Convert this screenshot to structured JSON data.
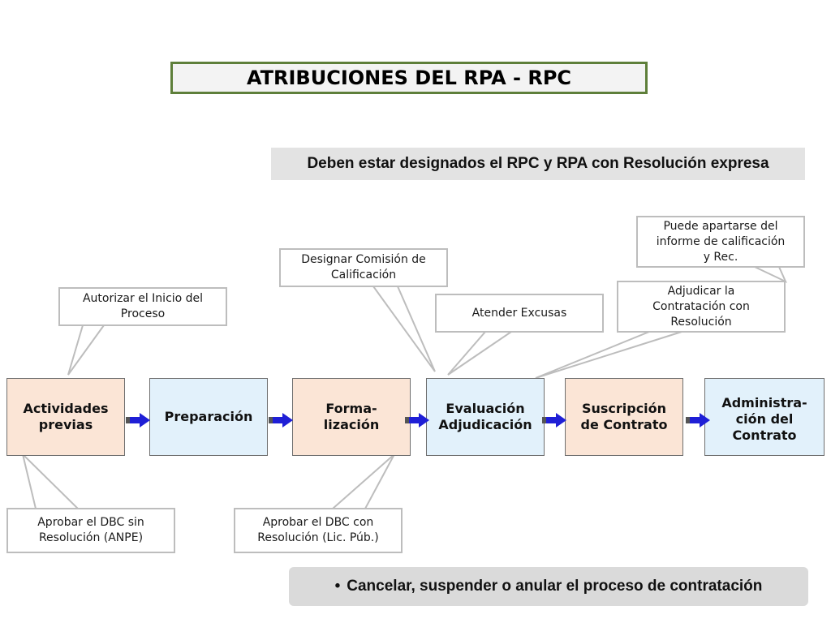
{
  "title": "ATRIBUCIONES DEL RPA - RPC",
  "banner": "Deben estar designados el RPC y RPA con Resolución expresa",
  "stages": [
    {
      "label": "Actividades\nprevias",
      "color": "#fbe5d6"
    },
    {
      "label": "Preparación",
      "color": "#e2f1fb"
    },
    {
      "label": "Forma-\nlización",
      "color": "#fbe5d6"
    },
    {
      "label": "Evaluación\nAdjudicación",
      "color": "#e2f1fb"
    },
    {
      "label": "Suscripción\nde Contrato",
      "color": "#fbe5d6"
    },
    {
      "label": "Administra-\nción del\nContrato",
      "color": "#e2f1fb"
    }
  ],
  "callouts": {
    "autorizar": "Autorizar el Inicio del\nProceso",
    "designar": "Designar Comisión de\nCalificación",
    "excusas": "Atender Excusas",
    "adjudicar": "Adjudicar la\nContratación con\nResolución",
    "apartarse": "Puede apartarse del\ninforme de calificación\ny Rec.",
    "dbc_anpe": "Aprobar  el DBC sin\nResolución (ANPE)",
    "dbc_lic": "Aprobar  el DBC con\nResolución (Lic. Púb.)"
  },
  "bottom_bullet": "•",
  "bottom_text": "Cancelar, suspender o anular el proceso de contratación",
  "colors": {
    "title_border": "#5e7f3a",
    "arrow": "#1f1fd6",
    "callout_border": "#bdbdbd"
  }
}
